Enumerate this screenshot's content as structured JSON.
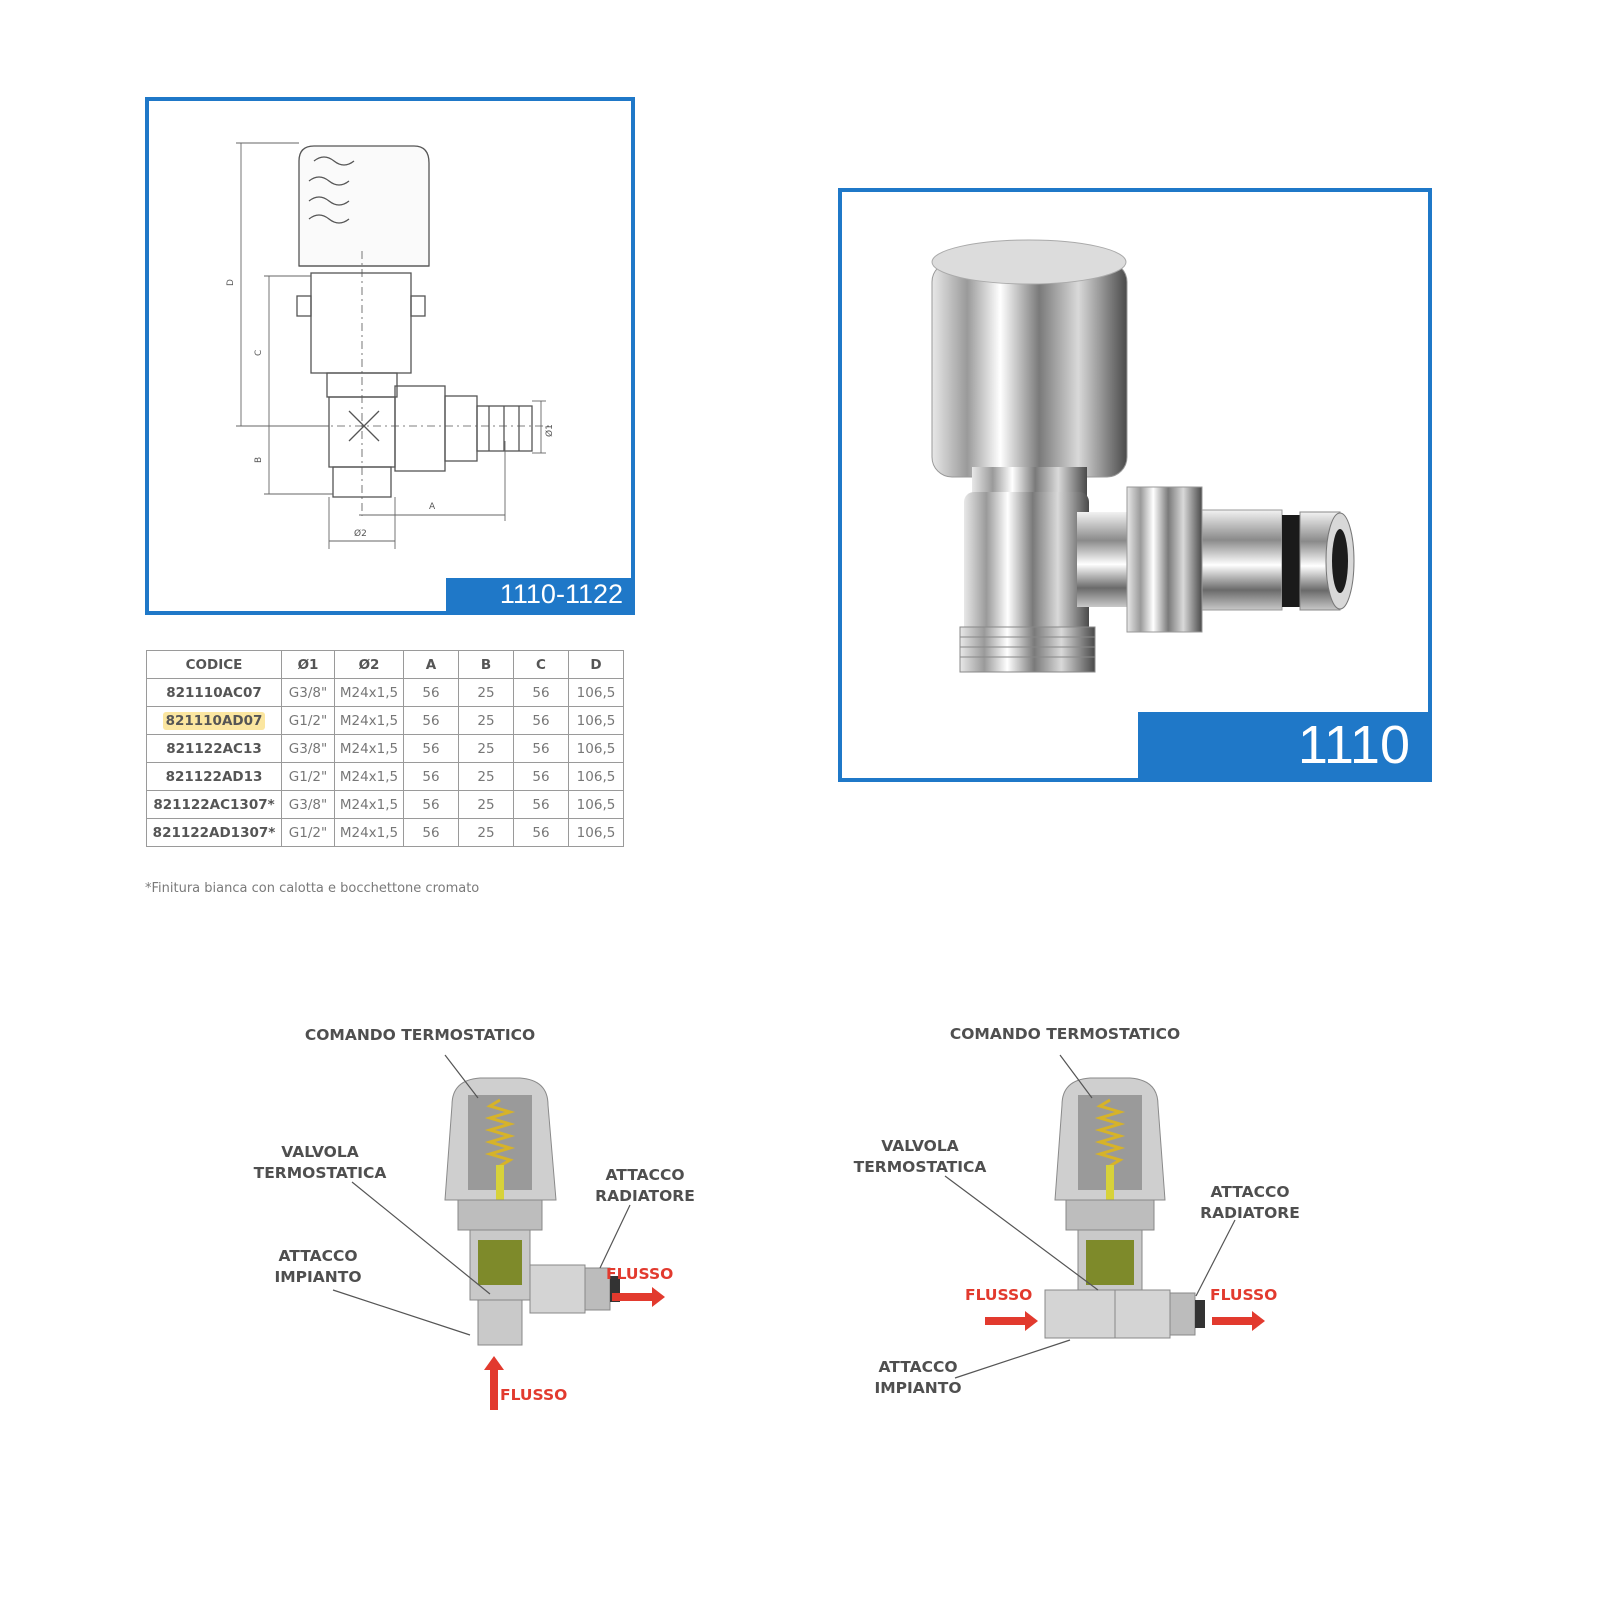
{
  "drawing_panel": {
    "tag": "1110-1122",
    "dim_labels": {
      "d": "D",
      "c": "C",
      "b": "B",
      "a": "A",
      "d1": "Ø1",
      "d2": "Ø2"
    }
  },
  "photo_panel": {
    "tag": "1110"
  },
  "table": {
    "headers": [
      "CODICE",
      "Ø1",
      "Ø2",
      "A",
      "B",
      "C",
      "D"
    ],
    "rows": [
      [
        "821110AC07",
        "G3/8\"",
        "M24x1,5",
        "56",
        "25",
        "56",
        "106,5"
      ],
      [
        "821110AD07",
        "G1/2\"",
        "M24x1,5",
        "56",
        "25",
        "56",
        "106,5"
      ],
      [
        "821122AC13",
        "G3/8\"",
        "M24x1,5",
        "56",
        "25",
        "56",
        "106,5"
      ],
      [
        "821122AD13",
        "G1/2\"",
        "M24x1,5",
        "56",
        "25",
        "56",
        "106,5"
      ],
      [
        "821122AC1307*",
        "G3/8\"",
        "M24x1,5",
        "56",
        "25",
        "56",
        "106,5"
      ],
      [
        "821122AD1307*",
        "G1/2\"",
        "M24x1,5",
        "56",
        "25",
        "56",
        "106,5"
      ]
    ]
  },
  "footnote": "*Finitura bianca con calotta e bocchettone cromato",
  "diagram_angle": {
    "comando": "COMANDO TERMOSTATICO",
    "valvola": [
      "VALVOLA",
      "TERMOSTATICA"
    ],
    "attacco_radiatore": [
      "ATTACCO",
      "RADIATORE"
    ],
    "attacco_impianto": [
      "ATTACCO",
      "IMPIANTO"
    ],
    "flusso_out": "FLUSSO",
    "flusso_in": "FLUSSO"
  },
  "diagram_straight": {
    "comando": "COMANDO TERMOSTATICO",
    "valvola": [
      "VALVOLA",
      "TERMOSTATICA"
    ],
    "attacco_radiatore": [
      "ATTACCO",
      "RADIATORE"
    ],
    "attacco_impianto": [
      "ATTACCO",
      "IMPIANTO"
    ],
    "flusso_in": "FLUSSO",
    "flusso_out": "FLUSSO"
  },
  "colors": {
    "accent": "#1f78c8",
    "flow_arrow": "#e23a2e",
    "highlight": "#fbe6a0"
  }
}
